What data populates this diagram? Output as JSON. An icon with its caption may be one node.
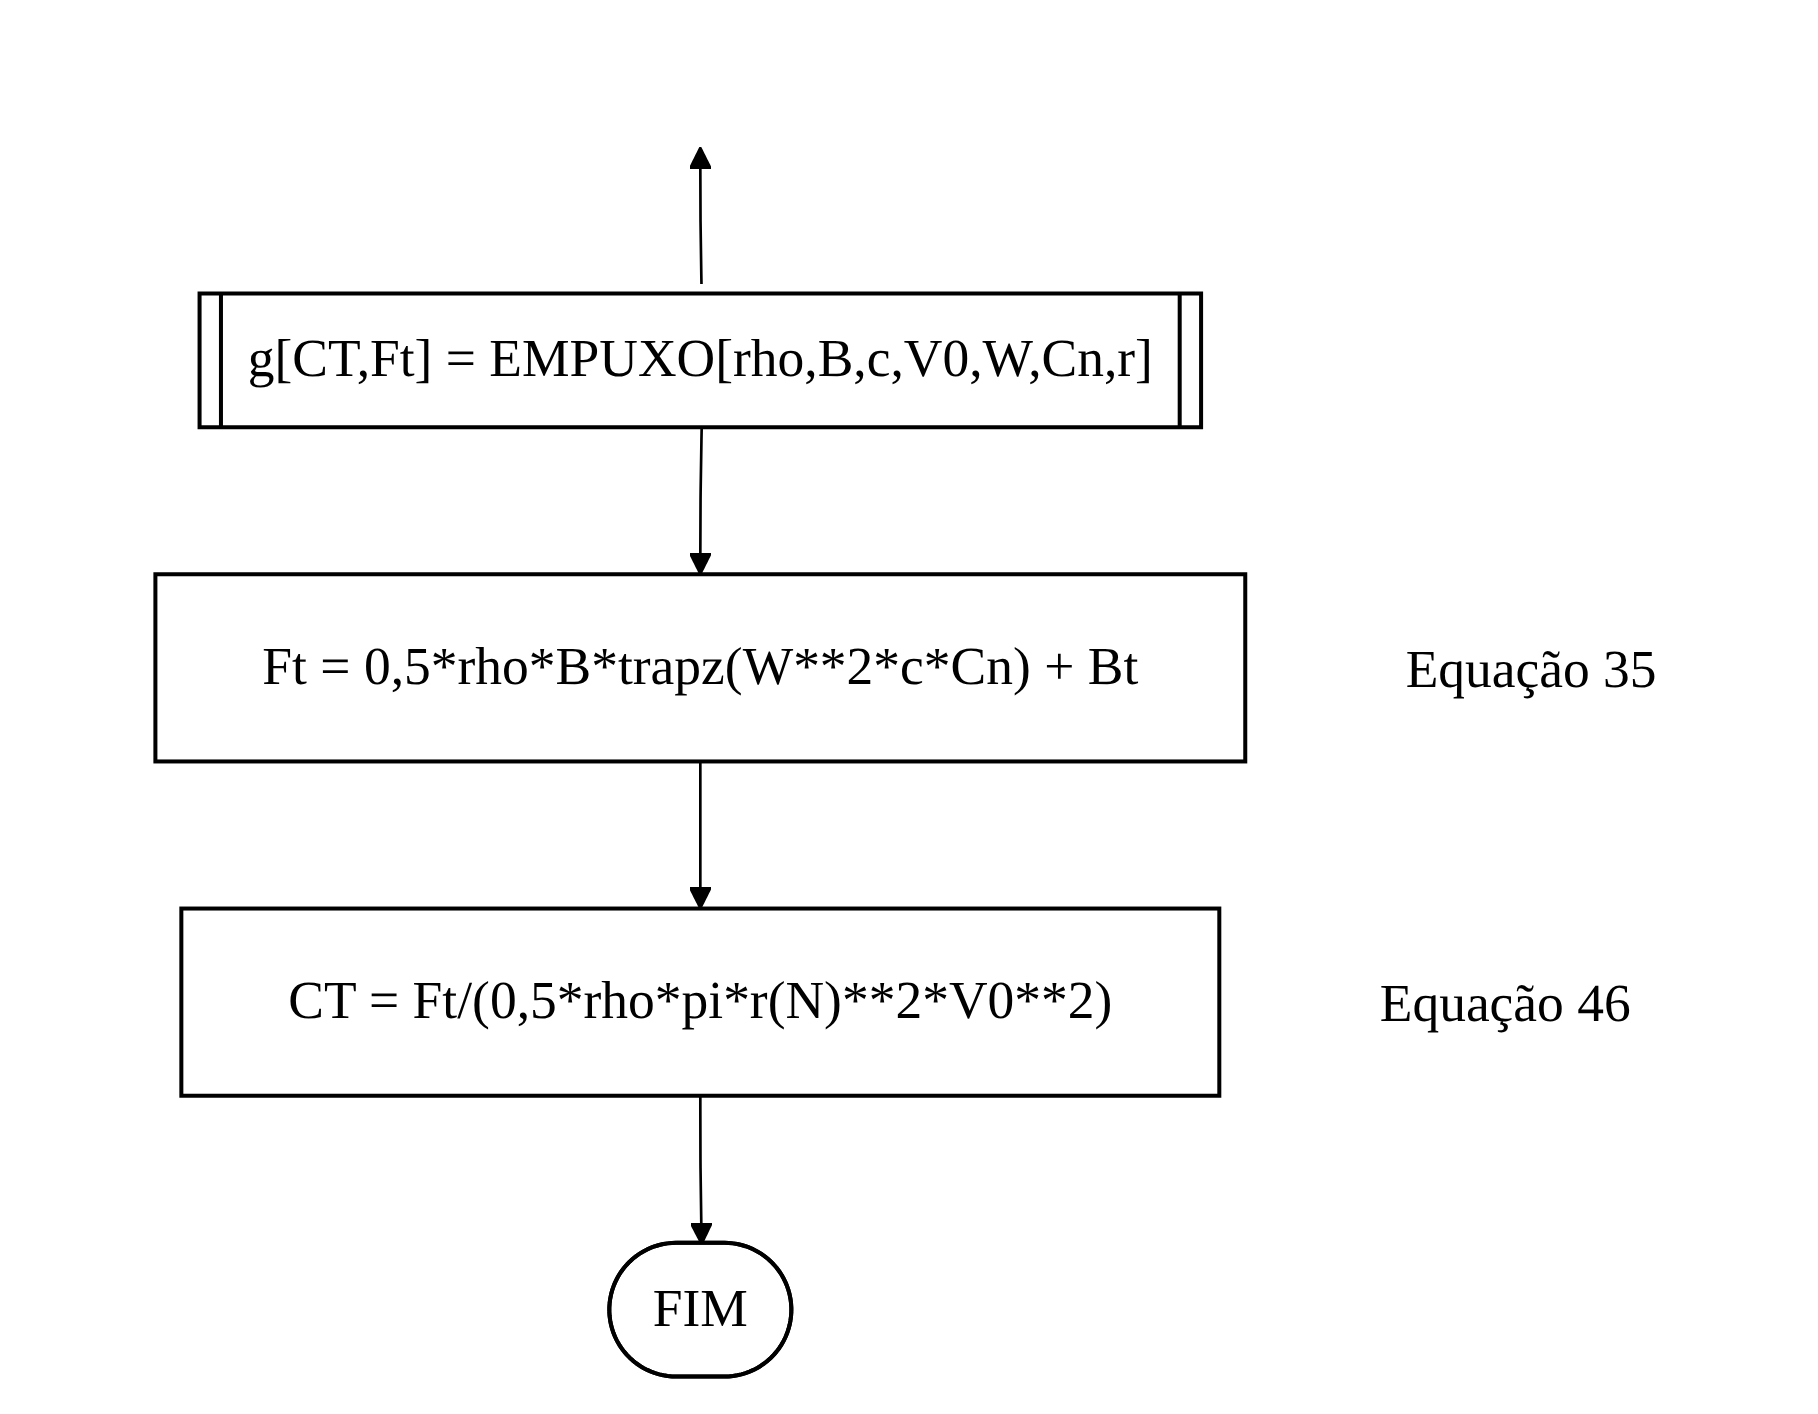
{
  "diagram": {
    "nodes": [
      {
        "text": [
          "g[CT,Ft] = EMPUXO[rho,B,c,V0,W,Cn,r]"
        ]
      },
      {
        "text": [
          "Ft = 0,5*rho*B*trapz(W**2*c*Cn) + Bt"
        ],
        "beside": [
          "Equação 35"
        ]
      },
      {
        "text": [
          "CT = Ft/(0,5*rho*pi*r(N)**2*V0**2)"
        ],
        "beside": [
          "Equação 46"
        ]
      },
      {
        "text": [
          "FIM"
        ]
      }
    ],
    "edges": [
      {
        "from": 0,
        "to": null,
        "arrow": "to"
      },
      {
        "from": 0,
        "to": 1,
        "arrow": "to"
      },
      {
        "from": 1,
        "to": 2,
        "arrow": "to"
      },
      {
        "from": 2,
        "to": 3,
        "arrow": "to"
      }
    ]
  }
}
